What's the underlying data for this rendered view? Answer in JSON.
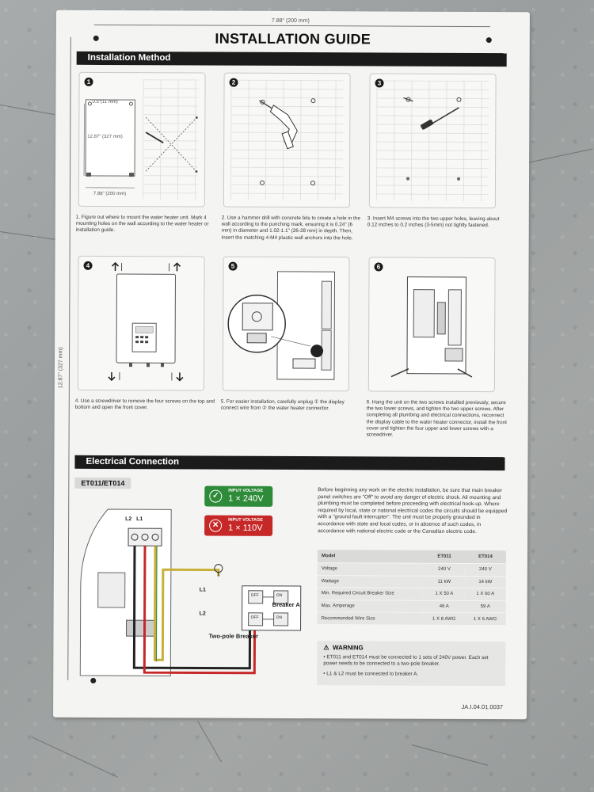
{
  "document": {
    "title": "INSTALLATION GUIDE",
    "width_dimension": "7.88\" (200 mm)",
    "height_dimension": "12.87\" (327 mm)",
    "doc_code": "JA.I.04.01.0037"
  },
  "installation_method": {
    "heading": "Installation Method",
    "steps": [
      {
        "num": "1",
        "text": "1. Figure out where to mount the water heater unit. Mark 4 mounting holes on the wall according to the water heater or installation guide."
      },
      {
        "num": "2",
        "text": "2. Use a hammer drill with concrete bits to create a hole in the wall according to the punching mark, ensuring it is 0.24\" (6 mm) in diameter and 1.02-1.1\" (26-28 mm) in depth. Then, insert the matching 4-M4 plastic wall anchors into the hole."
      },
      {
        "num": "3",
        "text": "3. Insert M4 screws into the two upper holes, leaving about 0.12 inches to 0.2 inches (3-5mm) not tightly fastened."
      },
      {
        "num": "4",
        "text": "4. Use a screwdriver to remove the four screws on the top and bottom and open the front cover."
      },
      {
        "num": "5",
        "text": "5. For easier installation, carefully unplug ① the display connect wire from ② the water heater connector."
      },
      {
        "num": "6",
        "text": "6. Hang the unit on the two screws installed previously, secure the two lower screws, and tighten the two upper screws. After completing all plumbing and electrical connections, reconnect the display cable to the water heater connector, install the front cover and tighten the four upper and lower screws with a screwdriver."
      }
    ],
    "step1_labels": {
      "top": "0.5\"(11 mm)",
      "height": "12.87\" (327 mm)",
      "width": "7.88\" (200 mm)"
    }
  },
  "electrical_connection": {
    "heading": "Electrical Connection",
    "model_tag": "ET011/ET014",
    "correct_voltage": {
      "label": "INPUT VOLTAGE",
      "value": "1 × 240V",
      "icon": "check-icon",
      "color": "#2e8b3a"
    },
    "wrong_voltage": {
      "label": "INPUT VOLTAGE",
      "value": "1 × 110V",
      "icon": "x-icon",
      "color": "#c62828"
    },
    "diagram_labels": {
      "l2": "L2",
      "l1": "L1",
      "breaker_l1": "L1",
      "breaker_l2": "L2",
      "breaker_name": "Breaker A",
      "breaker_caption": "Two-pole Breaker",
      "off": "OFF",
      "on": "ON"
    },
    "paragraph": "Before beginning any work on the electric installation, be sure that main breaker panel switches are \"Off\" to avoid any danger of electric shock. All mounting and plumbing must be completed before proceeding with electrical hook-up. Where required by local, state or national electrical codes the circuits should be equipped with a \"ground fault interrupter\". The unit must be properly grounded in accordance with state and local codes, or in absence of such codes, in accordance with national electric code or the Canadian electric code.",
    "table": {
      "headers": [
        "Model",
        "ET011",
        "ET014"
      ],
      "rows": [
        [
          "Voltage",
          "240 V",
          "240 V"
        ],
        [
          "Wattage",
          "11 kW",
          "14 kW"
        ],
        [
          "Min. Required Circuit Breaker Size",
          "1 X 50 A",
          "1 X 60 A"
        ],
        [
          "Max. Amperage",
          "46 A",
          "59 A"
        ],
        [
          "Recommended Wire Size",
          "1 X 8 AWG",
          "1 X 6 AWG"
        ]
      ]
    },
    "warning": {
      "title": "WARNING",
      "items": [
        "• ET011 and ET014 must be connected to 1 sets of 240V power. Each set power needs to be connected to a two-pole breaker.",
        "• L1 & L2 must be connected to breaker A."
      ]
    }
  }
}
